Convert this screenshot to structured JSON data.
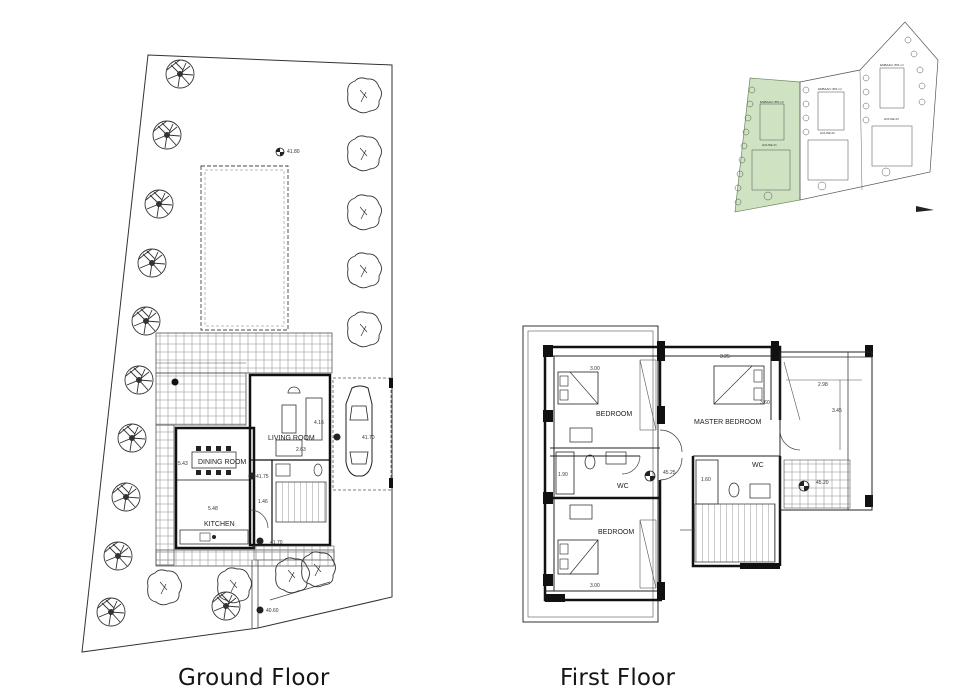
{
  "captions": {
    "ground": "Ground Floor",
    "first": "First Floor"
  },
  "ground_floor": {
    "rooms": {
      "living": "LIVING ROOM",
      "dining": "DINING ROOM",
      "kitchen": "KITCHEN"
    },
    "levels": {
      "pool": "41.80",
      "living": "41.75",
      "carport": "41.70",
      "entry": "41.70",
      "gate": "40.60"
    },
    "dims": {
      "living_w": "4.16",
      "wc": "2.63",
      "dining": "5.43",
      "kitchen_w": "5.48",
      "stair": "1.46"
    }
  },
  "first_floor": {
    "rooms": {
      "bed1": "BEDROOM",
      "master": "MASTER BEDROOM",
      "bed2": "BEDROOM",
      "wc1": "WC",
      "wc2": "WC"
    },
    "dims": {
      "bed1_w": "3.00",
      "master_w": "3.25",
      "bed2_w": "3.00",
      "terrace_w": "2.98",
      "terrace_h": "3.45",
      "wc1": "1.90",
      "wc2": "1.60",
      "closet": "3.60"
    },
    "levels": {
      "hall": "45.25",
      "terrace": "45.20"
    }
  },
  "site_plan": {
    "labels": [
      "HOUSE 01",
      "HOUSE 02",
      "HOUSE 03"
    ],
    "pool_labels": [
      "ΕΜΒΑΔΟ: 854 m²",
      "ΕΜΒΑΔΟ: 854 m²",
      "ΕΜΒΑΔΟ: 854 m²"
    ],
    "highlight_color": "#cfe3c3"
  },
  "colors": {
    "line": "#2a2a2a",
    "wall": "#111111",
    "hatch": "#8a8a8a"
  }
}
